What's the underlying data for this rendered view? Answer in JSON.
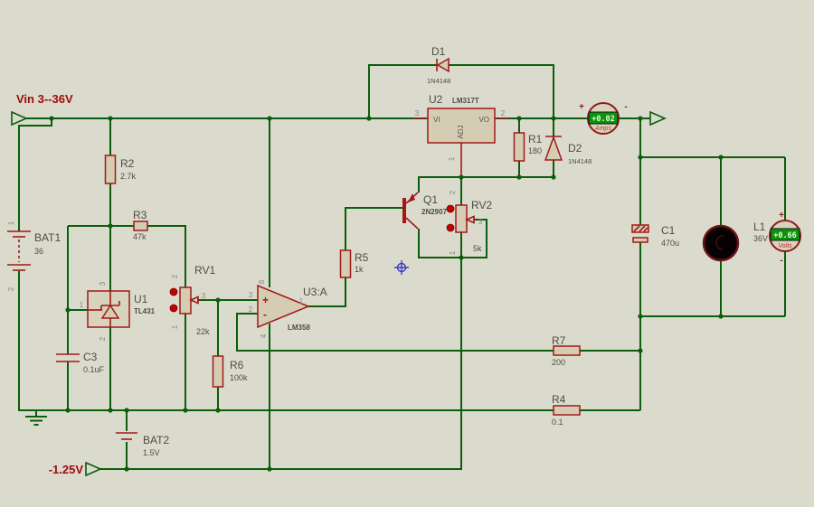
{
  "colors": {
    "background": "#DBDBCD",
    "wire": "#0B5E0B",
    "component": "#A21818",
    "component_fill": "#D5CDB3",
    "net_label": "#9C0A0A",
    "lcd_bg": "#0C930C",
    "lcd_text": "#DFFFDF"
  },
  "net_labels": {
    "vin": "Vin 3--36V",
    "vneg": "-1.25V"
  },
  "components": {
    "bat1": {
      "ref": "BAT1",
      "value": "36"
    },
    "bat2": {
      "ref": "BAT2",
      "value": "1.5V"
    },
    "r1": {
      "ref": "R1",
      "value": "180"
    },
    "r2": {
      "ref": "R2",
      "value": "2.7k"
    },
    "r3": {
      "ref": "R3",
      "value": "47k"
    },
    "r4": {
      "ref": "R4",
      "value": "0.1"
    },
    "r5": {
      "ref": "R5",
      "value": "1k"
    },
    "r6": {
      "ref": "R6",
      "value": "100k"
    },
    "r7": {
      "ref": "R7",
      "value": "200"
    },
    "rv1": {
      "ref": "RV1",
      "value": "22k"
    },
    "rv2": {
      "ref": "RV2",
      "value": "5k"
    },
    "c1": {
      "ref": "C1",
      "value": "470u"
    },
    "c3": {
      "ref": "C3",
      "value": "0.1uF"
    },
    "d1": {
      "ref": "D1",
      "value": "1N4148"
    },
    "d2": {
      "ref": "D2",
      "value": "1N4148"
    },
    "u1": {
      "ref": "U1",
      "value": "TL431"
    },
    "u2": {
      "ref": "U2",
      "value": "LM317T",
      "pin_vi": "VI",
      "pin_vo": "VO",
      "pin_adj": "ADJ"
    },
    "u3": {
      "ref": "U3:A",
      "value": "LM358",
      "plus": "+",
      "minus": "-"
    },
    "q1": {
      "ref": "Q1",
      "value": "2N2907"
    },
    "l1": {
      "ref": "L1",
      "value": "36V"
    },
    "ammeter": {
      "reading": "+0.02",
      "unit": "Amps",
      "plus": "+",
      "minus": "-"
    },
    "voltmeter": {
      "reading": "+0.66",
      "unit": "Volts",
      "plus": "+",
      "minus": "-"
    }
  },
  "pin_numbers": {
    "n1": "1",
    "n2": "2",
    "n3": "3",
    "n4": "4",
    "n8": "8"
  }
}
